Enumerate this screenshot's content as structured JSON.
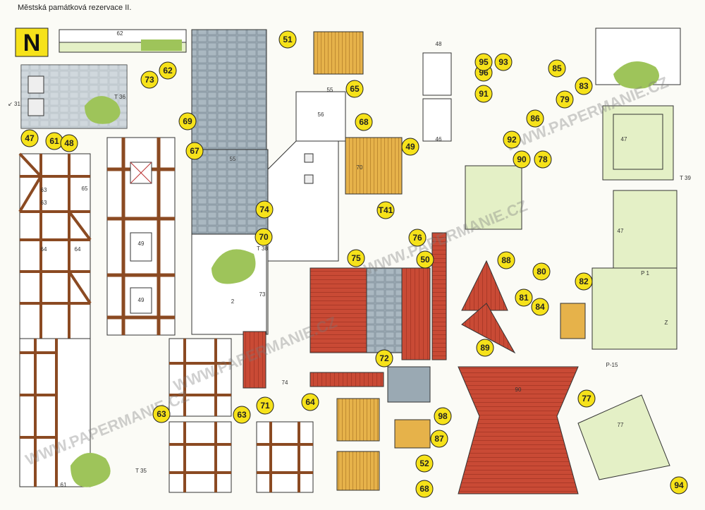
{
  "sheet_title": "Městská památková rezervace II.",
  "sheet_letter": "N",
  "watermark": "WWW.PAPERMANIE.CZ",
  "colors": {
    "timber": "#8b4a22",
    "plaster": "#ffffff",
    "roof": "#c94a35",
    "cobble": "#9aa9b3",
    "grass": "#9ec45a",
    "light_green": "#e4f0c6",
    "badge": "#f6e21a",
    "wood": "#e1a43a"
  },
  "badges": [
    {
      "id": "b73",
      "label": "73"
    },
    {
      "id": "b62",
      "label": "62"
    },
    {
      "id": "b47",
      "label": "47"
    },
    {
      "id": "b61",
      "label": "61"
    },
    {
      "id": "b48",
      "label": "48"
    },
    {
      "id": "b69",
      "label": "69"
    },
    {
      "id": "b67",
      "label": "67"
    },
    {
      "id": "b51",
      "label": "51"
    },
    {
      "id": "b65",
      "label": "65"
    },
    {
      "id": "b68a",
      "label": "68"
    },
    {
      "id": "b49",
      "label": "49"
    },
    {
      "id": "b74",
      "label": "74"
    },
    {
      "id": "b70",
      "label": "70"
    },
    {
      "id": "b75",
      "label": "75"
    },
    {
      "id": "b50",
      "label": "50"
    },
    {
      "id": "b76",
      "label": "76"
    },
    {
      "id": "b96",
      "label": "96"
    },
    {
      "id": "b95",
      "label": "95"
    },
    {
      "id": "b93",
      "label": "93"
    },
    {
      "id": "b91",
      "label": "91"
    },
    {
      "id": "b85",
      "label": "85"
    },
    {
      "id": "b83",
      "label": "83"
    },
    {
      "id": "b79",
      "label": "79"
    },
    {
      "id": "b86",
      "label": "86"
    },
    {
      "id": "b92",
      "label": "92"
    },
    {
      "id": "b90",
      "label": "90"
    },
    {
      "id": "b78",
      "label": "78"
    },
    {
      "id": "b88",
      "label": "88"
    },
    {
      "id": "b80",
      "label": "80"
    },
    {
      "id": "b81",
      "label": "81"
    },
    {
      "id": "b82",
      "label": "82"
    },
    {
      "id": "b84",
      "label": "84"
    },
    {
      "id": "b89",
      "label": "89"
    },
    {
      "id": "b72",
      "label": "72"
    },
    {
      "id": "b71",
      "label": "71"
    },
    {
      "id": "b64",
      "label": "64"
    },
    {
      "id": "b63a",
      "label": "63"
    },
    {
      "id": "b63b",
      "label": "63"
    },
    {
      "id": "b98",
      "label": "98"
    },
    {
      "id": "b87",
      "label": "87"
    },
    {
      "id": "b52",
      "label": "52"
    },
    {
      "id": "b68b",
      "label": "68"
    },
    {
      "id": "b77",
      "label": "77"
    },
    {
      "id": "b94",
      "label": "94"
    },
    {
      "id": "b141",
      "label": "T41"
    }
  ],
  "dimensions": [
    {
      "id": "d62",
      "label": "62"
    },
    {
      "id": "d36",
      "label": "T 36"
    },
    {
      "id": "d31",
      "label": "↙ 31"
    },
    {
      "id": "d63a",
      "label": "63"
    },
    {
      "id": "d63b",
      "label": "63"
    },
    {
      "id": "d64a",
      "label": "64"
    },
    {
      "id": "d64b",
      "label": "64"
    },
    {
      "id": "d49a",
      "label": "49"
    },
    {
      "id": "d49b",
      "label": "49"
    },
    {
      "id": "d55a",
      "label": "55"
    },
    {
      "id": "d55b",
      "label": "55"
    },
    {
      "id": "d56",
      "label": "56"
    },
    {
      "id": "d70",
      "label": "70"
    },
    {
      "id": "d73",
      "label": "73"
    },
    {
      "id": "d74",
      "label": "74"
    },
    {
      "id": "d47a",
      "label": "47"
    },
    {
      "id": "d47b",
      "label": "47"
    },
    {
      "id": "d46",
      "label": "46"
    },
    {
      "id": "d48",
      "label": "48"
    },
    {
      "id": "d90",
      "label": "90"
    },
    {
      "id": "d77",
      "label": "77"
    },
    {
      "id": "d39",
      "label": "T 39"
    },
    {
      "id": "dP1",
      "label": "P 1"
    },
    {
      "id": "dP15",
      "label": "P-15"
    },
    {
      "id": "d2",
      "label": "2"
    },
    {
      "id": "dZ",
      "label": "Z"
    },
    {
      "id": "d35",
      "label": "T 35"
    },
    {
      "id": "d38",
      "label": "T 38"
    },
    {
      "id": "d65",
      "label": "65"
    },
    {
      "id": "d61",
      "label": "61"
    }
  ]
}
